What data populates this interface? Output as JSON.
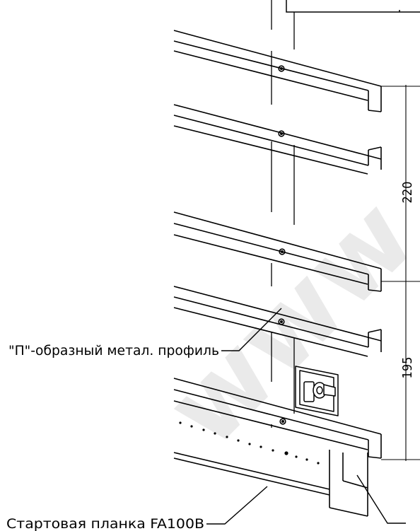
{
  "callouts": {
    "profile_label": "\"П\"-образный метал. профиль",
    "start_strip_label": "Стартовая планка FA100B"
  },
  "dimensions": {
    "upper": "220",
    "lower": "195"
  },
  "watermark": "www"
}
